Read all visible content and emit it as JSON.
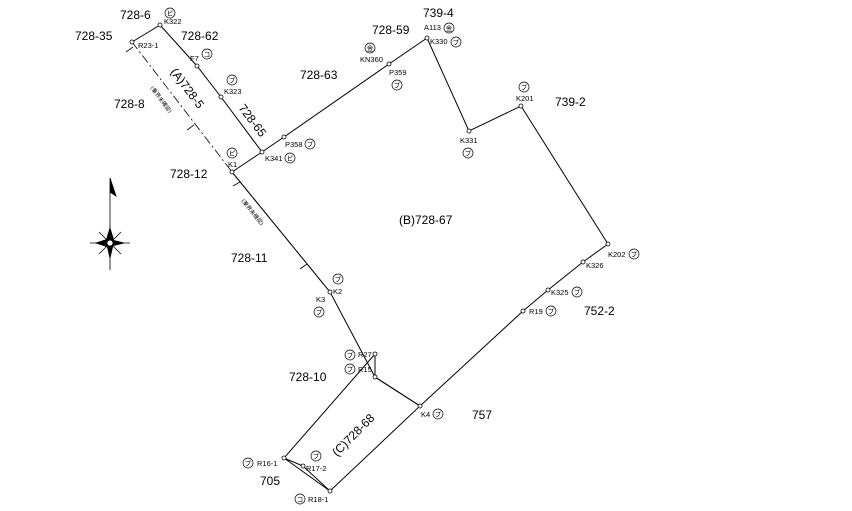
{
  "parcel_labels": {
    "p_728_6": "728-6",
    "p_728_35": "728-35",
    "p_728_62": "728-62",
    "p_728_63": "728-63",
    "p_728_59": "728-59",
    "p_739_4": "739-4",
    "p_739_2": "739-2",
    "p_728_8": "728-8",
    "p_a": "(A)728-5",
    "p_728_65": "728-65",
    "p_728_12": "728-12",
    "p_b": "(B)728-67",
    "p_728_11": "728-11",
    "p_752_2": "752-2",
    "p_728_10": "728-10",
    "p_c": "(C)728-68",
    "p_757": "757",
    "p_705": "705"
  },
  "points": {
    "K322": "K322",
    "R23_1": "R23-1",
    "F7": "F7",
    "K323": "K323",
    "K341": "K341",
    "K1": "K1",
    "P358": "P358",
    "KN360": "KN360",
    "P359": "P359",
    "A113": "A113",
    "K330": "K330",
    "K331": "K331",
    "K201": "K201",
    "K202": "K202",
    "K326": "K326",
    "K325": "K325",
    "R19": "R19",
    "K2": "K2",
    "K3": "K3",
    "R27": "R27",
    "R15": "R15",
    "K4": "K4",
    "R16_1": "R16-1",
    "R17_2": "R17-2",
    "R18_1": "R18-1"
  },
  "marks": {
    "pi": "ピ",
    "ko": "コ",
    "pu": "プ",
    "kin": "金"
  },
  "notes": {
    "upper": "(筆界未確認)",
    "lower": "(筆界未確認)"
  },
  "icons": {
    "compass": "north-arrow-icon"
  }
}
